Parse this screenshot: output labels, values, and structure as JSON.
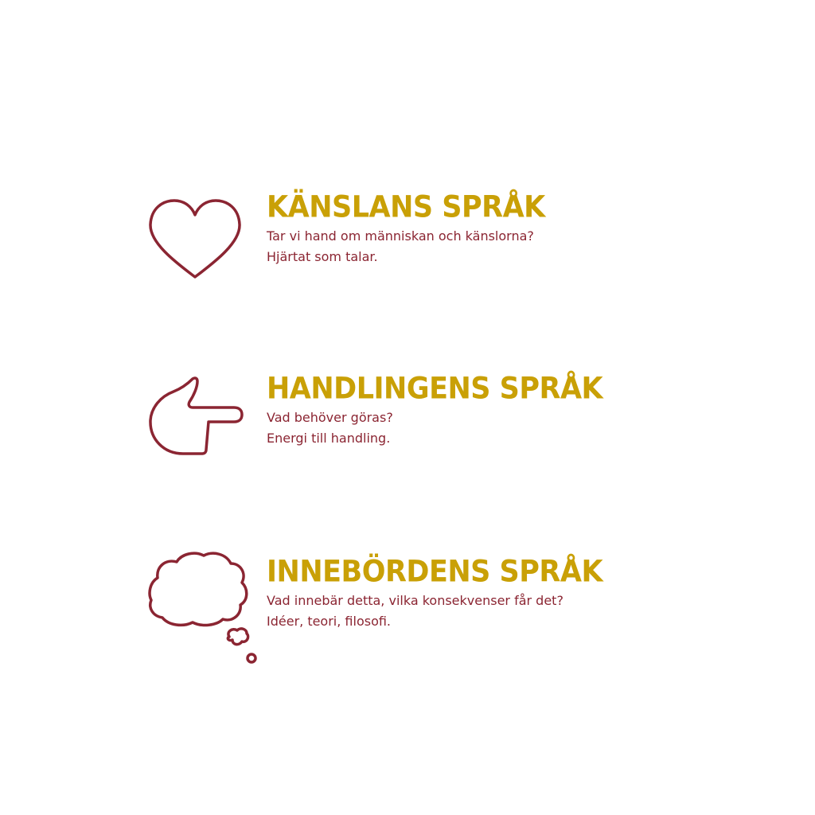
{
  "colors": {
    "title": "#c9a006",
    "text": "#8b2532",
    "icon_stroke": "#8b2532"
  },
  "sections": [
    {
      "icon": "heart-outline-icon",
      "title": "KÄNSLANS SPRÅK",
      "line1": "Tar vi hand om människan och känslorna?",
      "line2": "Hjärtat som talar."
    },
    {
      "icon": "pointing-hand-outline-icon",
      "title": "HANDLINGENS SPRÅK",
      "line1": "Vad behöver göras?",
      "line2": "Energi till handling."
    },
    {
      "icon": "thought-cloud-outline-icon",
      "title": "INNEBÖRDENS SPRÅK",
      "line1": "Vad innebär detta, vilka konsekvenser får det?",
      "line2": "Idéer, teori, filosofi."
    }
  ]
}
